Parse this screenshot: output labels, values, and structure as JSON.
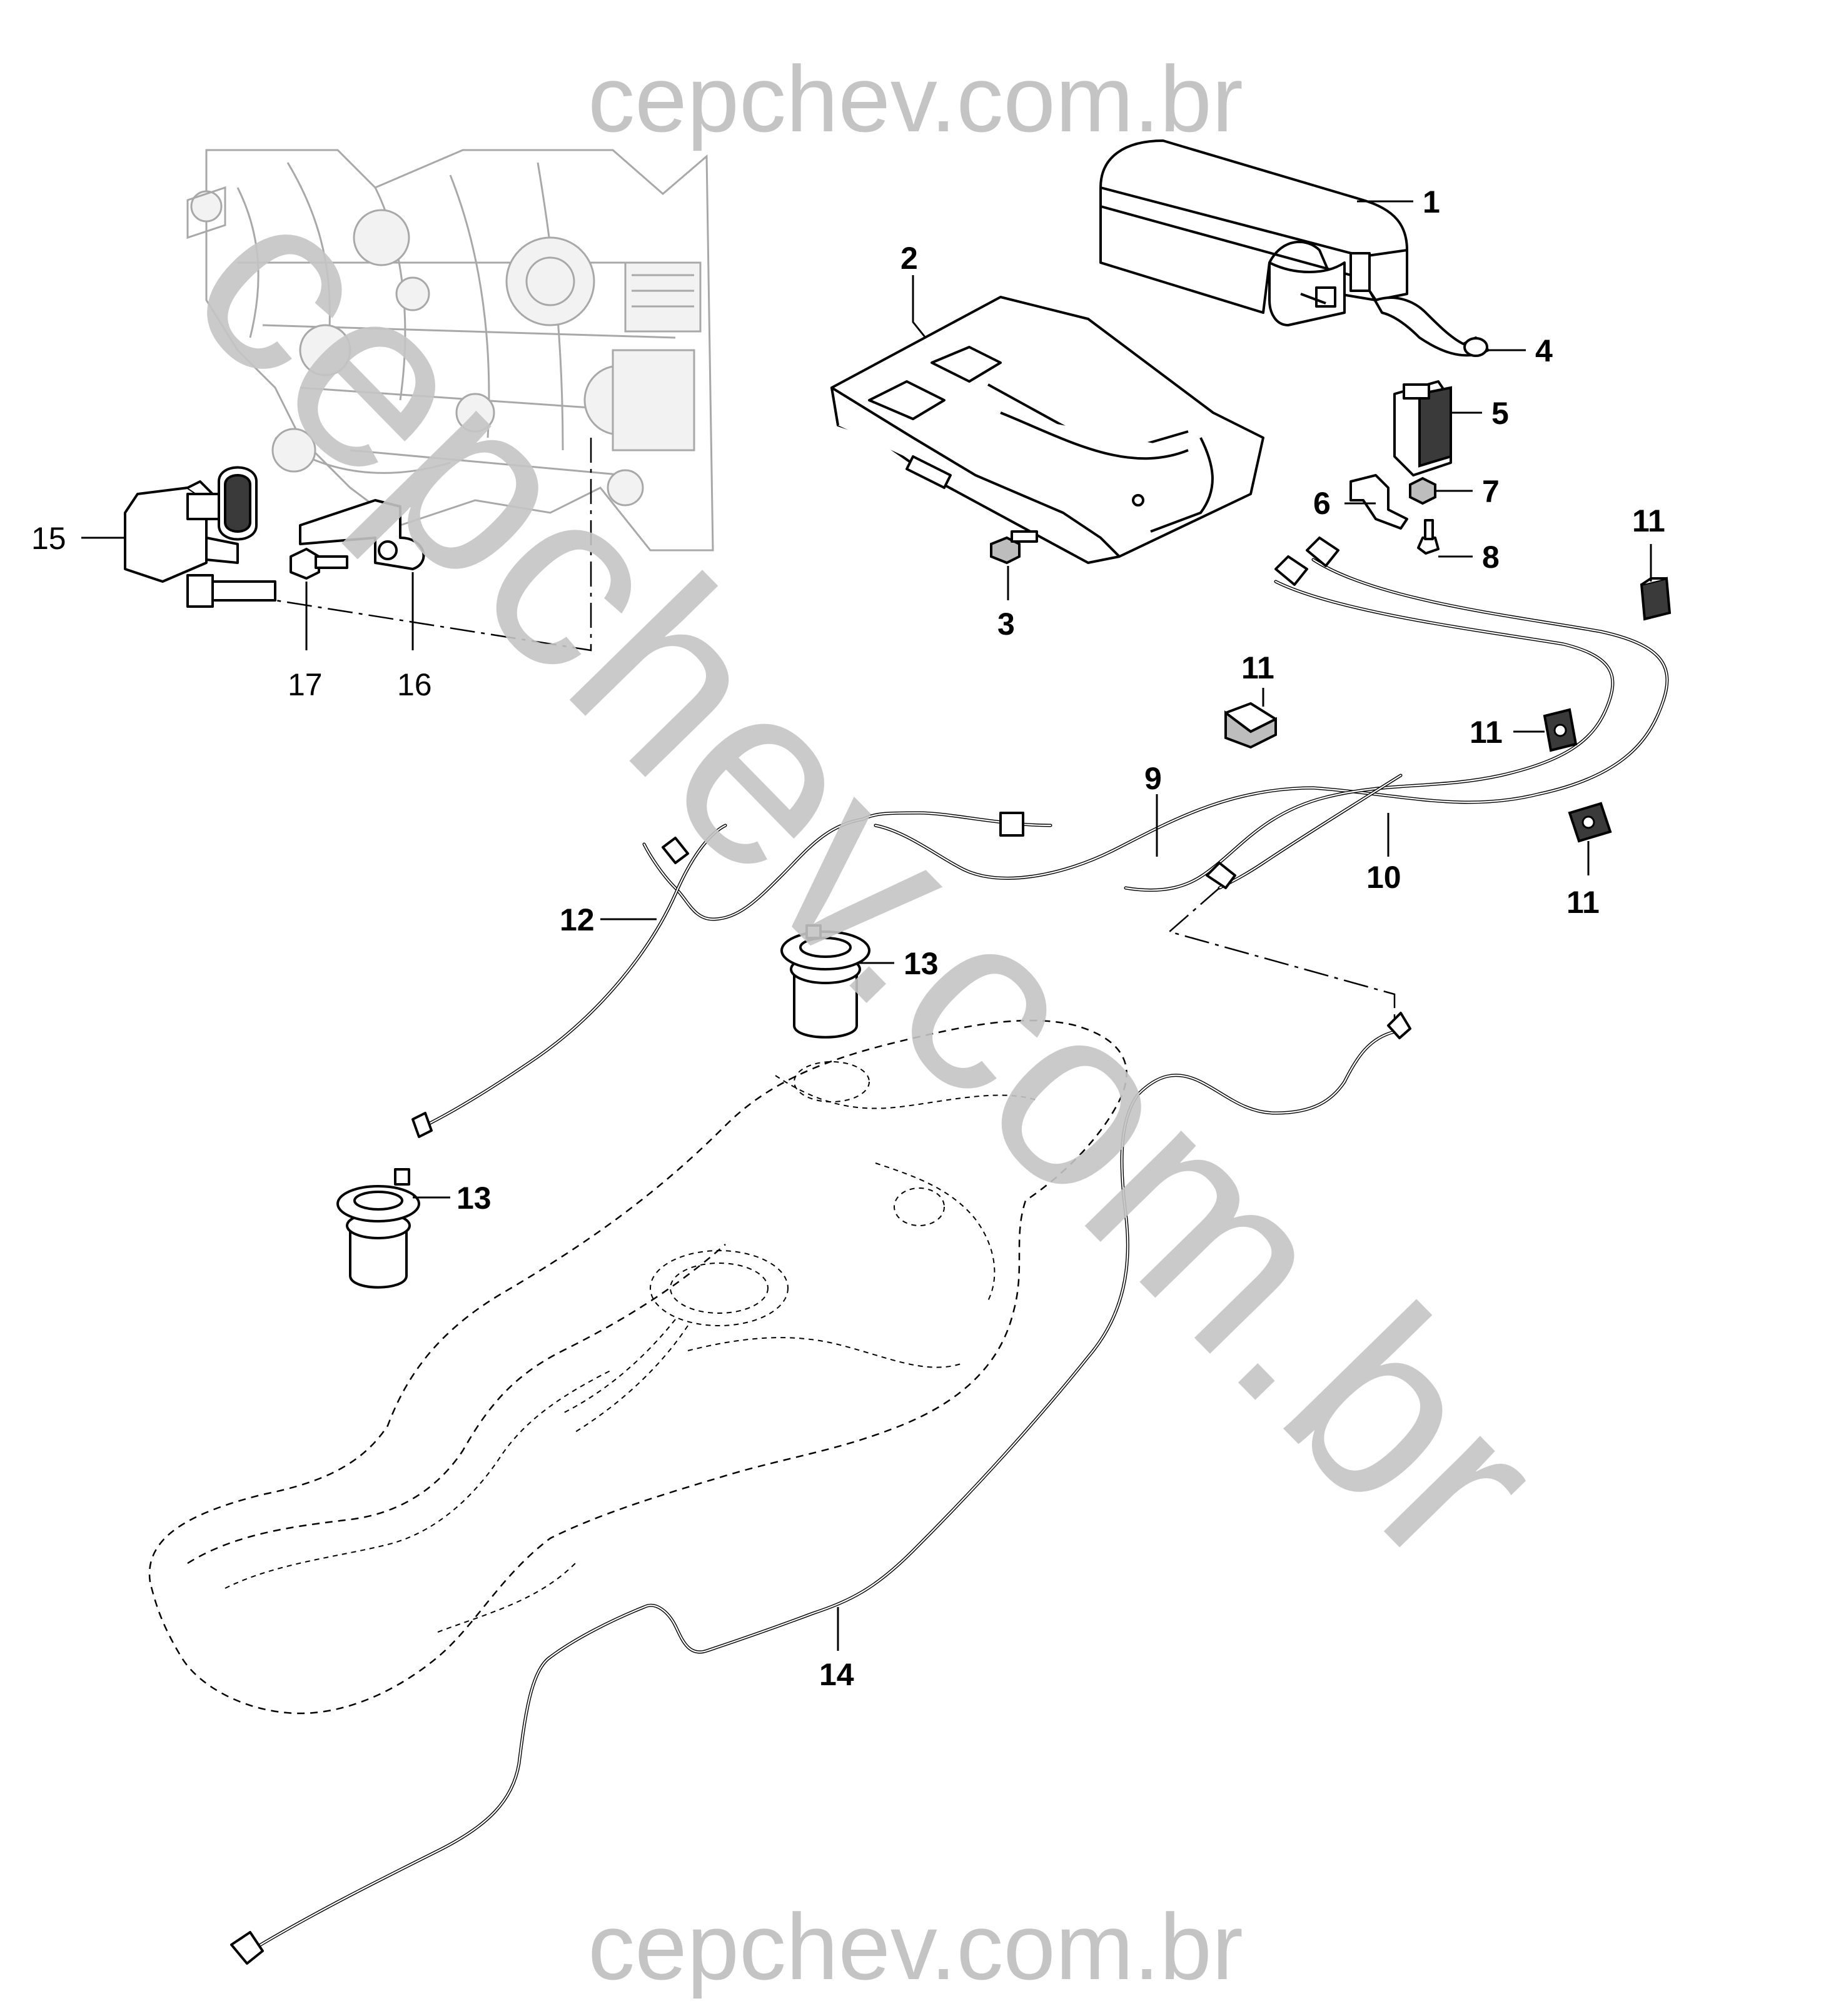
{
  "watermark": {
    "top": "cepchev.com.br",
    "bottom": "cepchev.com.br",
    "diagonal": "cepchev.com.br",
    "color": "#c4c4c4"
  },
  "callouts": {
    "c1": "1",
    "c2": "2",
    "c3": "3",
    "c4": "4",
    "c5": "5",
    "c6": "6",
    "c7": "7",
    "c8": "8",
    "c9": "9",
    "c10": "10",
    "c11a": "11",
    "c11b": "11",
    "c11c": "11",
    "c11d": "11",
    "c12": "12",
    "c13a": "13",
    "c13b": "13",
    "c14": "14",
    "c15": "15",
    "c16": "16",
    "c17": "17"
  }
}
